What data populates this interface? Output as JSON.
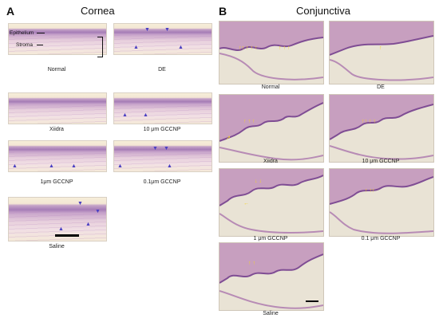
{
  "panel_a": {
    "letter": "A",
    "title": "Cornea",
    "label_epithelium": "Epithelium",
    "label_stroma": "Stroma",
    "captions": [
      "Normal",
      "DE",
      "Xiidra",
      "10 μm GCCNP",
      "1μm GCCNP",
      "0.1μm GCCNP",
      "Saline"
    ]
  },
  "panel_b": {
    "letter": "B",
    "title": "Conjunctiva",
    "captions": [
      "Normal",
      "DE",
      "Xiidra",
      "10 μm GCCNP",
      "1 μm GCCNP",
      "0.1 μm GCCNP",
      "Saline"
    ]
  },
  "colors": {
    "tissue_pink": "#c5a0c8",
    "tissue_purple": "#8e5fa8",
    "arrow_purple": "#4a3fc2",
    "arrow_yellow": "#f2d22b",
    "background_cream": "#f4ead6"
  }
}
